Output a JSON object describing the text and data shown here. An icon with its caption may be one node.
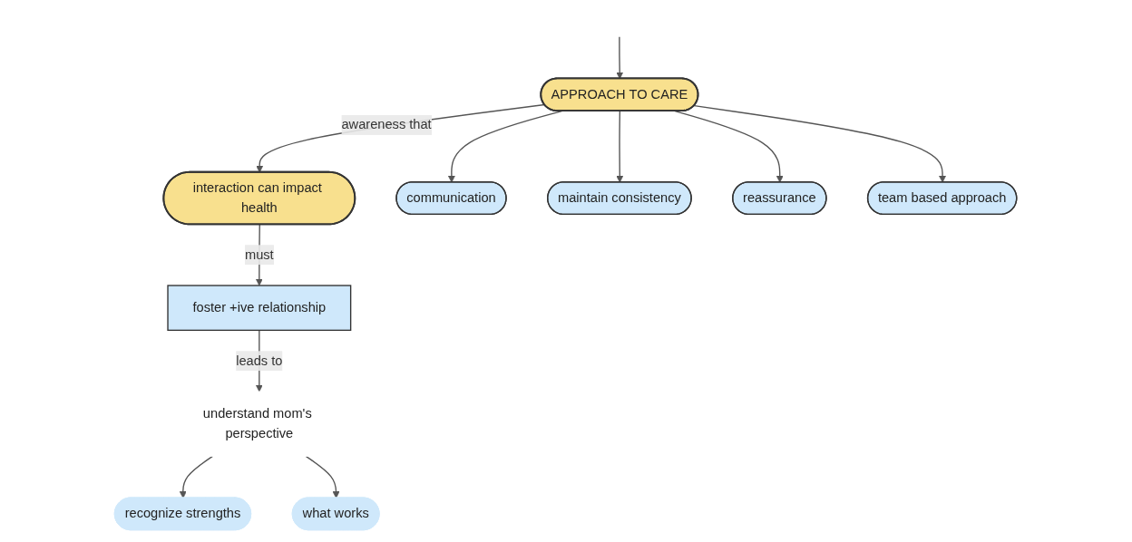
{
  "diagram": {
    "nodes": [
      {
        "text": [
          "APPROACH TO CARE"
        ]
      },
      {
        "text": [
          "interaction can impact health"
        ]
      },
      {
        "text": [
          "foster +ive relationship"
        ]
      },
      {
        "text": [
          "recognize strengths"
        ]
      },
      {
        "text": [
          "understand mom's perspective"
        ]
      },
      {
        "text": [
          "communication"
        ]
      },
      {
        "text": [
          "maintain consistency"
        ]
      },
      {
        "text": [
          "reassurance"
        ]
      },
      {
        "text": [
          "what works"
        ]
      },
      {
        "text": [
          "team based approach"
        ]
      }
    ],
    "edges": [
      {
        "from": null,
        "to": 0,
        "arrow": "to"
      },
      {
        "from": 0,
        "to": 1,
        "label": "awareness that",
        "arrow": "to"
      },
      {
        "from": 1,
        "to": 2,
        "label": "must",
        "arrow": "to"
      },
      {
        "from": 2,
        "to": 4,
        "label": "leads to",
        "arrow": "to"
      },
      {
        "from": 4,
        "to": 3,
        "arrow": "to"
      },
      {
        "from": 4,
        "to": 8,
        "arrow": "to"
      },
      {
        "from": 0,
        "to": 5,
        "arrow": "to"
      },
      {
        "from": 0,
        "to": 6,
        "arrow": "to"
      },
      {
        "from": 0,
        "to": 7,
        "arrow": "to"
      },
      {
        "from": 0,
        "to": 9,
        "arrow": "to"
      }
    ]
  }
}
